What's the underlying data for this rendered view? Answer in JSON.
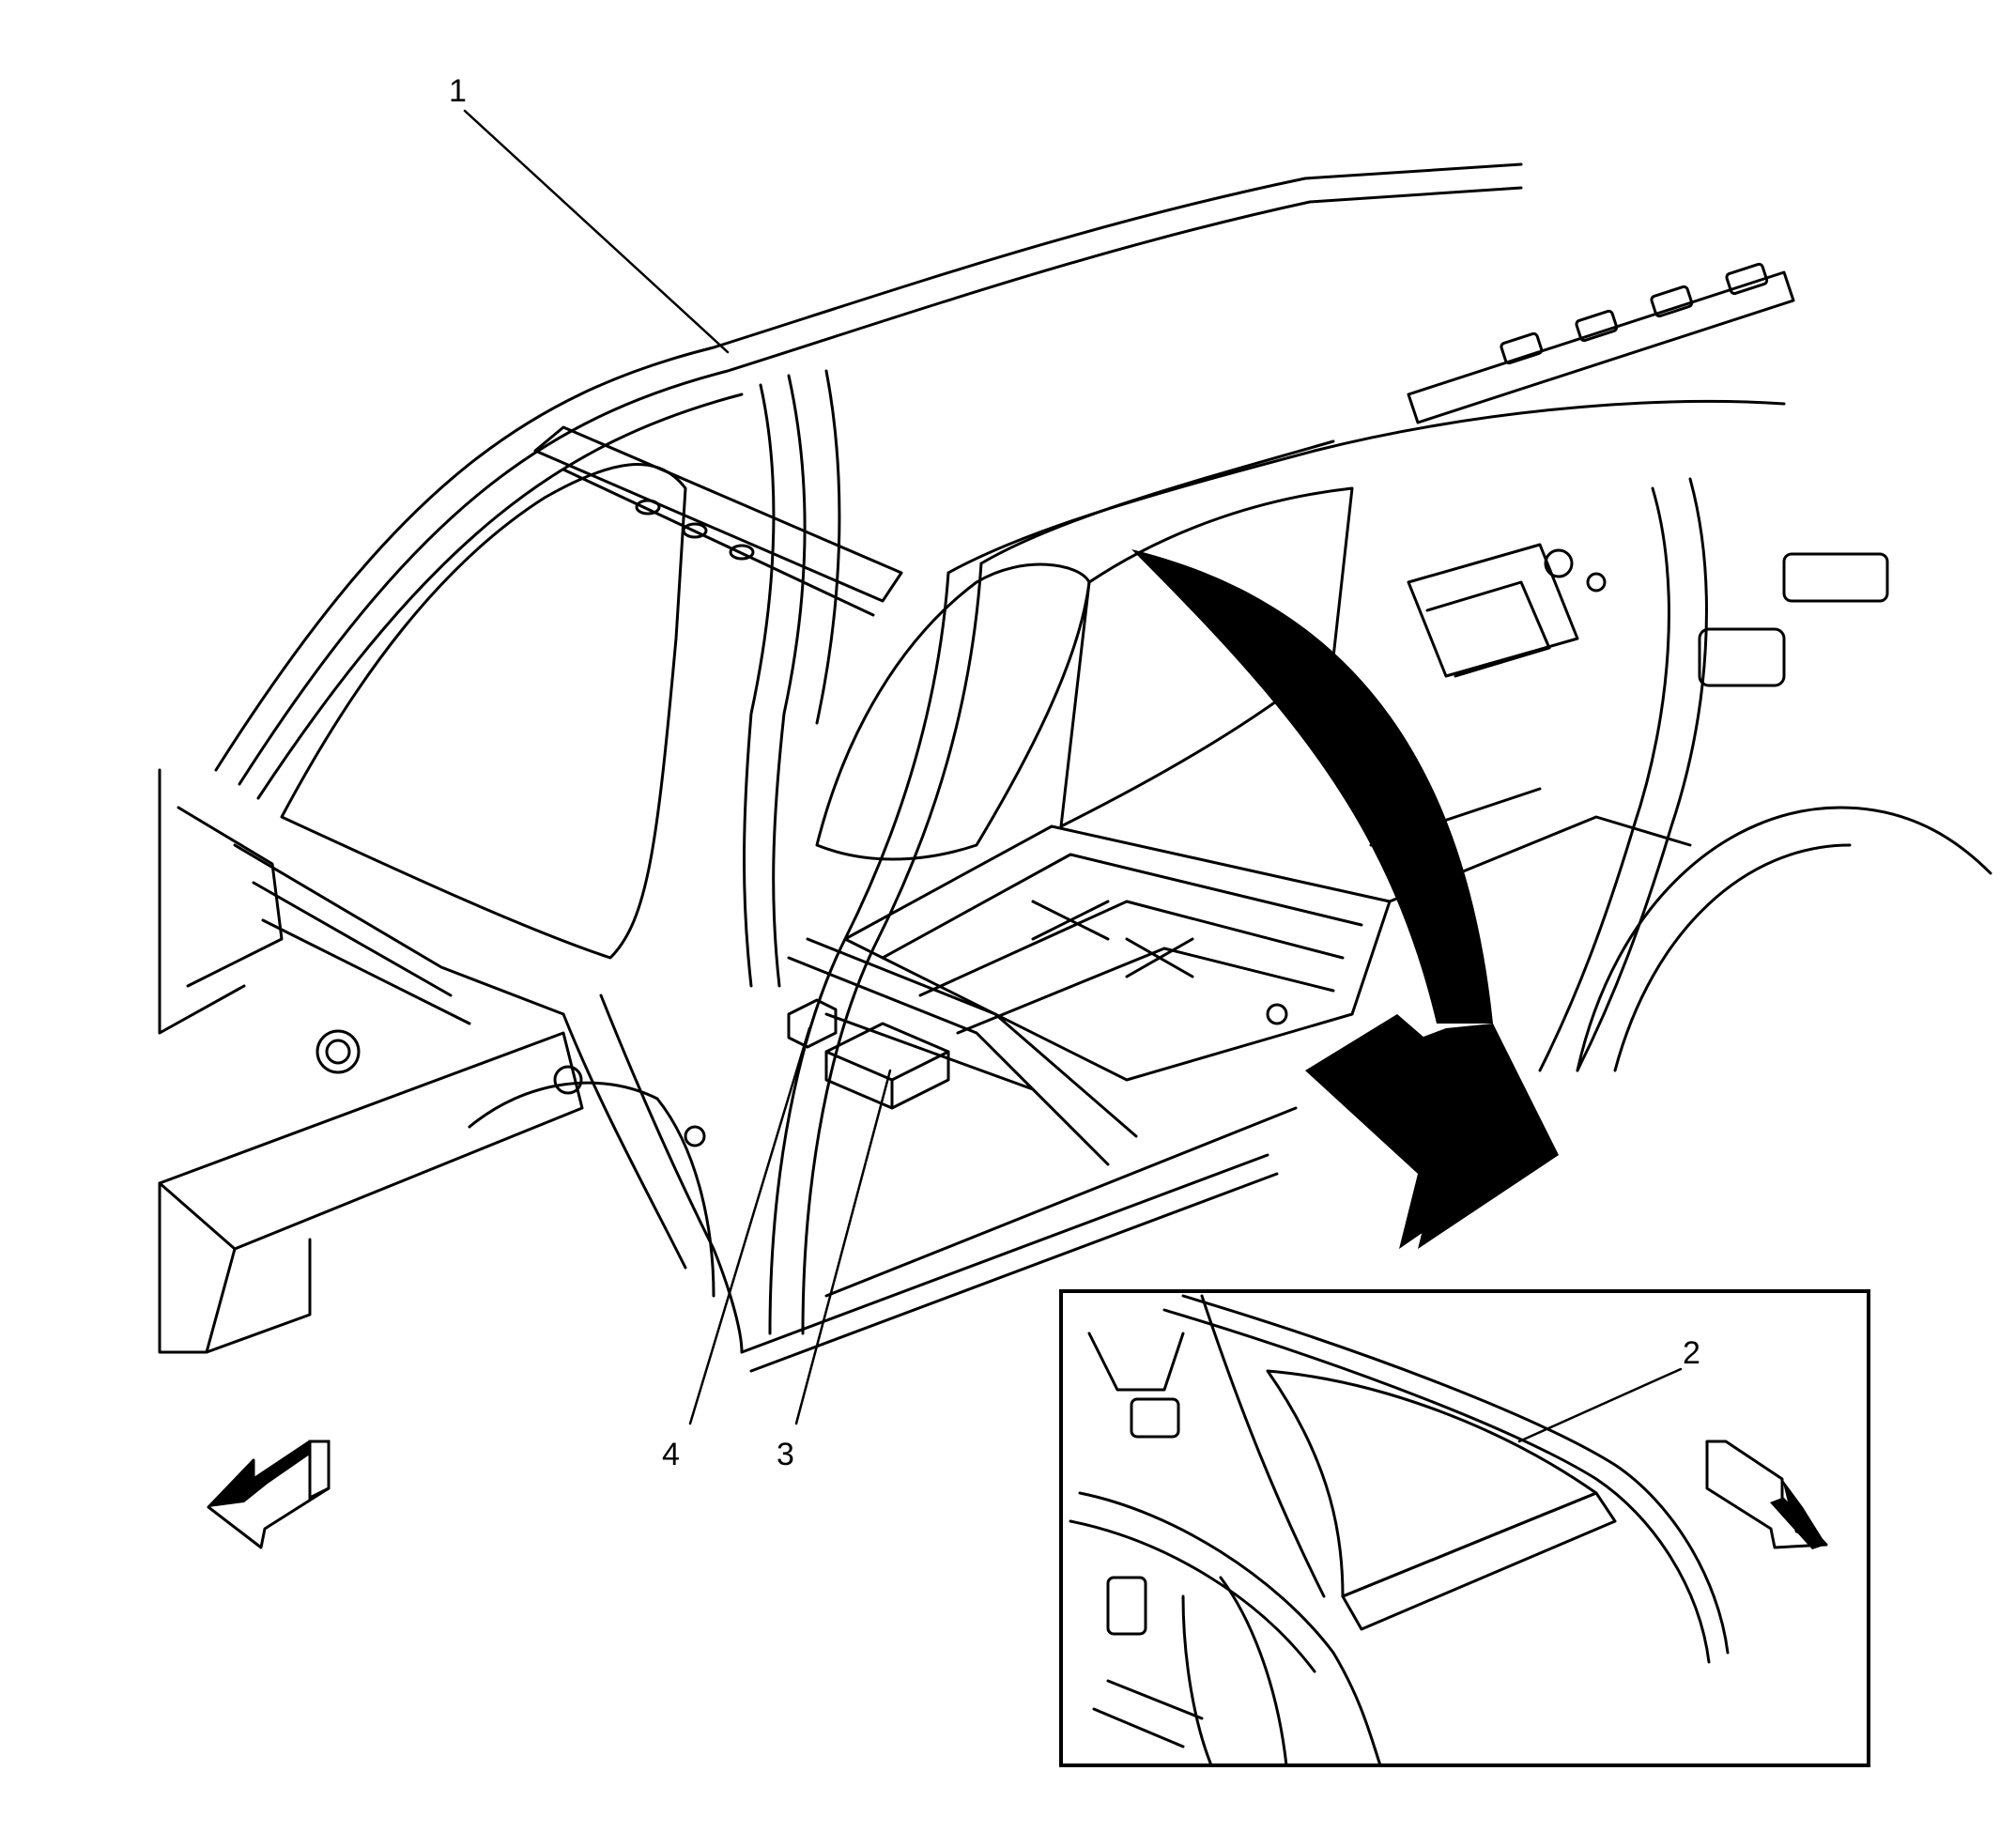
{
  "diagram": {
    "callouts": [
      {
        "id": "callout-1",
        "label": "1"
      },
      {
        "id": "callout-2",
        "label": "2"
      },
      {
        "id": "callout-3",
        "label": "3"
      },
      {
        "id": "callout-4",
        "label": "4"
      }
    ],
    "colors": {
      "line": "#000000",
      "background": "#ffffff",
      "arrow_fill": "#000000"
    },
    "icons": [
      "curved-view-arrow-icon",
      "front-direction-arrow-icon",
      "rear-direction-arrow-icon"
    ]
  }
}
